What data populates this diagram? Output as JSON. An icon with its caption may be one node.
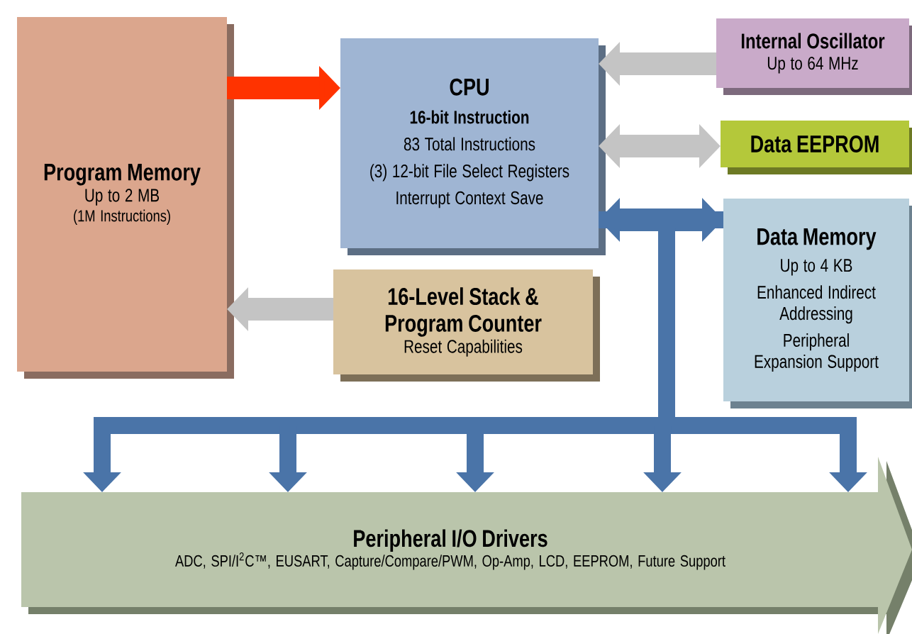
{
  "diagram": {
    "nodes": [
      {
        "text": [
          "Program Memory",
          "Up to 2 MB",
          "(1M Instructions)"
        ]
      },
      {
        "text": [
          "CPU",
          "16-bit Instruction",
          "83 Total Instructions",
          "(3) 12-bit File Select Registers",
          "Interrupt Context Save"
        ]
      },
      {
        "text": [
          "Internal Oscillator",
          "Up to 64 MHz"
        ]
      },
      {
        "text": [
          "Data EEPROM"
        ]
      },
      {
        "text": [
          "Data Memory",
          "Up to 4 KB",
          "Enhanced Indirect Addressing",
          "Peripheral Expansion Support"
        ]
      },
      {
        "text": [
          "16-Level Stack & Program Counter",
          "Reset Capabilities"
        ]
      },
      {
        "text": [
          "Peripheral I/O Drivers",
          "ADC, SPI/I$^{2}$C™, EUSART, Capture/Compare/PWM, Op-Amp, LCD, EEPROM, Future Support"
        ]
      }
    ],
    "edges": [
      {
        "from": 0,
        "to": 1,
        "arrow": "to",
        "color": "#ff3300"
      },
      {
        "from": 2,
        "to": 1,
        "arrow": "to"
      },
      {
        "from": 1,
        "to": 3,
        "arrow": "both"
      },
      {
        "from": 5,
        "to": 0,
        "arrow": "to"
      },
      {
        "from": 1,
        "to": 4,
        "arrow": "both",
        "color": "#4a74a8"
      },
      {
        "from": 1,
        "to": 6,
        "arrow": "to",
        "color": "#4a74a8"
      },
      {
        "from": 4,
        "to": 6,
        "arrow": "to",
        "color": "#4a74a8"
      }
    ]
  }
}
